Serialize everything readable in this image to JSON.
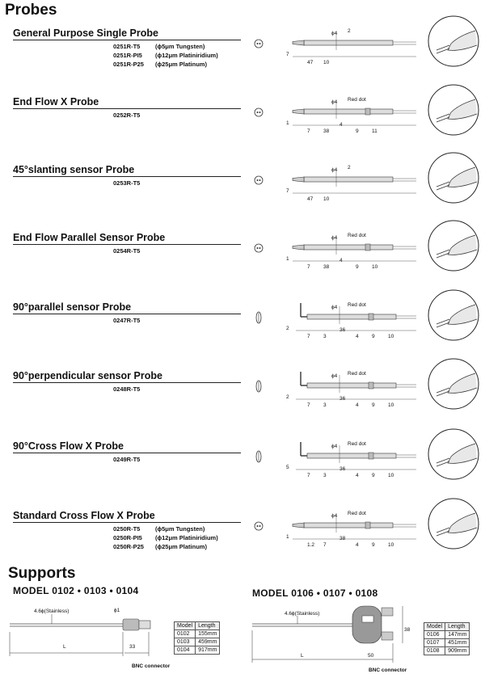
{
  "headings": {
    "probes": "Probes",
    "supports": "Supports"
  },
  "probes": [
    {
      "title": "General Purpose Single Probe",
      "models": [
        {
          "code": "0251R-T5",
          "desc": "(ϕ5μm  Tungsten)"
        },
        {
          "code": "0251R-PI5",
          "desc": "(ϕ12μm Platiniridium)"
        },
        {
          "code": "0251R-P25",
          "desc": "(ϕ25μm Platinum)"
        }
      ],
      "dims": [
        "ϕ4",
        "2",
        "7",
        "47",
        "10"
      ]
    },
    {
      "title": "End Flow X Probe",
      "models": [
        {
          "code": "0252R-T5",
          "desc": ""
        }
      ],
      "dims": [
        "ϕ4",
        "Red dot",
        "1",
        "7",
        "38",
        "4",
        "9",
        "11"
      ]
    },
    {
      "title": "45°slanting sensor Probe",
      "models": [
        {
          "code": "0253R-T5",
          "desc": ""
        }
      ],
      "dims": [
        "ϕ4",
        "2",
        "7",
        "47",
        "10"
      ]
    },
    {
      "title": "End Flow Parallel Sensor Probe",
      "models": [
        {
          "code": "0254R-T5",
          "desc": ""
        }
      ],
      "dims": [
        "ϕ4",
        "Red dot",
        "1",
        "7",
        "38",
        "4",
        "9",
        "10"
      ]
    },
    {
      "title": "90°parallel sensor Probe",
      "models": [
        {
          "code": "0247R-T5",
          "desc": ""
        }
      ],
      "dims": [
        "ϕ4",
        "Red dot",
        "2",
        "7",
        "3",
        "36",
        "4",
        "9",
        "10"
      ]
    },
    {
      "title": "90°perpendicular sensor Probe",
      "models": [
        {
          "code": "0248R-T5",
          "desc": ""
        }
      ],
      "dims": [
        "ϕ4",
        "Red dot",
        "2",
        "7",
        "3",
        "36",
        "4",
        "9",
        "10"
      ]
    },
    {
      "title": "90°Cross Flow X Probe",
      "models": [
        {
          "code": "0249R-T5",
          "desc": ""
        }
      ],
      "dims": [
        "ϕ4",
        "Red dot",
        "5",
        "7",
        "3",
        "36",
        "4",
        "9",
        "10"
      ]
    },
    {
      "title": "Standard Cross Flow X Probe",
      "models": [
        {
          "code": "0250R-T5",
          "desc": "(ϕ5μm Tungsten)"
        },
        {
          "code": "0250R-PI5",
          "desc": "(ϕ12μm Platiniridium)"
        },
        {
          "code": "0250R-P25",
          "desc": "(ϕ25μm Platinum)"
        }
      ],
      "dims": [
        "ϕ4",
        "Red dot",
        "1",
        "1.2",
        "7",
        "38",
        "4",
        "9",
        "10"
      ]
    }
  ],
  "supports": [
    {
      "model": "MODEL  0102 • 0103 • 0104",
      "diameter": "4.6ϕ(Stainless)",
      "len_label": "L",
      "tail": "33",
      "phi": "ϕ1",
      "connector": "BNC connector",
      "table": {
        "headers": [
          "Model",
          "Length"
        ],
        "rows": [
          [
            "0102",
            "155mm"
          ],
          [
            "0103",
            "459mm"
          ],
          [
            "0104",
            "917mm"
          ]
        ]
      }
    },
    {
      "model": "MODEL  0106 • 0107 • 0108",
      "diameter": "4.6ϕ(Stainless)",
      "len_label": "L",
      "tail": "50",
      "height": "38",
      "connector": "BNC connector",
      "table": {
        "headers": [
          "Model",
          "Length"
        ],
        "rows": [
          [
            "0106",
            "147mm"
          ],
          [
            "0107",
            "451mm"
          ],
          [
            "0108",
            "909mm"
          ]
        ]
      }
    }
  ]
}
